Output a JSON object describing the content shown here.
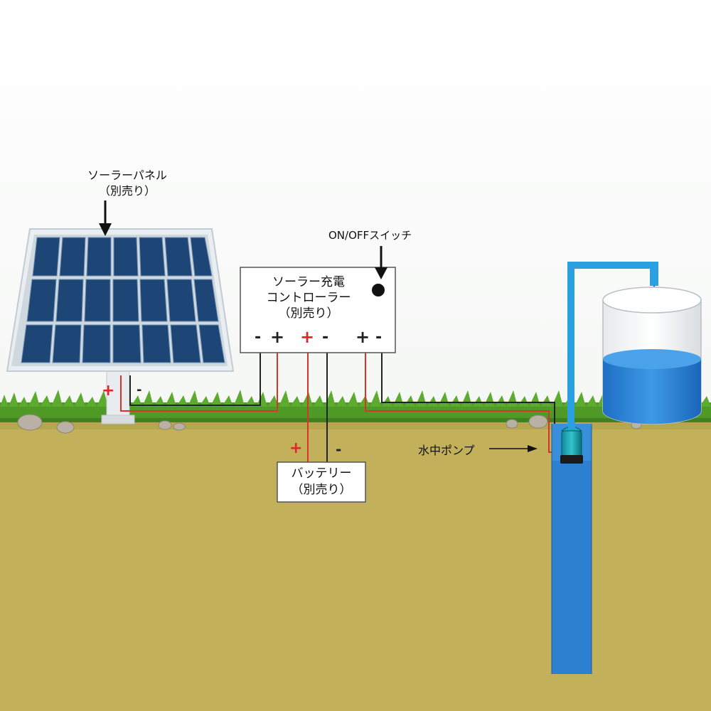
{
  "labels": {
    "solar_panel": "ソーラーパネル",
    "solar_panel_note": "（別売り）",
    "switch": "ON/OFFスイッチ",
    "controller_line1": "ソーラー充電",
    "controller_line2": "コントローラー",
    "controller_note": "（別売り）",
    "battery": "バッテリー",
    "battery_note": "（別売り）",
    "pump": "水中ポンプ"
  },
  "polarity": {
    "plus": "+",
    "minus": "-"
  },
  "colors": {
    "ground": "#c2b15a",
    "grass": "#4f9a27",
    "water": "#2d7fd0",
    "pipe": "#2aa0e0",
    "panel_cell": "#1d4677",
    "wire_positive": "#d9332b",
    "wire_negative": "#222222"
  }
}
